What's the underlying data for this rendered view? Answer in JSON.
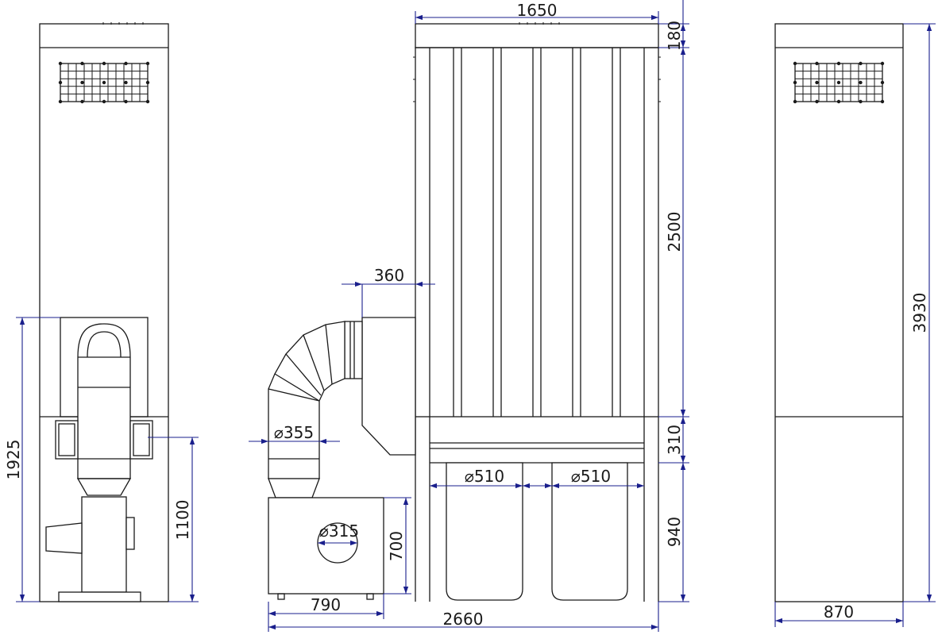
{
  "dimensions": {
    "total_width": "2660",
    "main_cabinet_width": "1650",
    "top_cap_height": "180",
    "filter_height": "2500",
    "total_height": "3930",
    "hopper_height": "310",
    "bin_height": "940",
    "inlet_offset": "360",
    "bin_diameter_left": "⌀510",
    "bin_diameter_right": "⌀510",
    "duct_diameter": "⌀355",
    "inlet_diameter": "⌀315",
    "fan_box_width": "790",
    "fan_box_height": "700",
    "side_fan_height": "1925",
    "side_outlet_height": "1100",
    "side_width": "870"
  },
  "colors": {
    "outline": "#1a1a1a",
    "dimension": "#1a1f8c",
    "background": "#ffffff"
  }
}
